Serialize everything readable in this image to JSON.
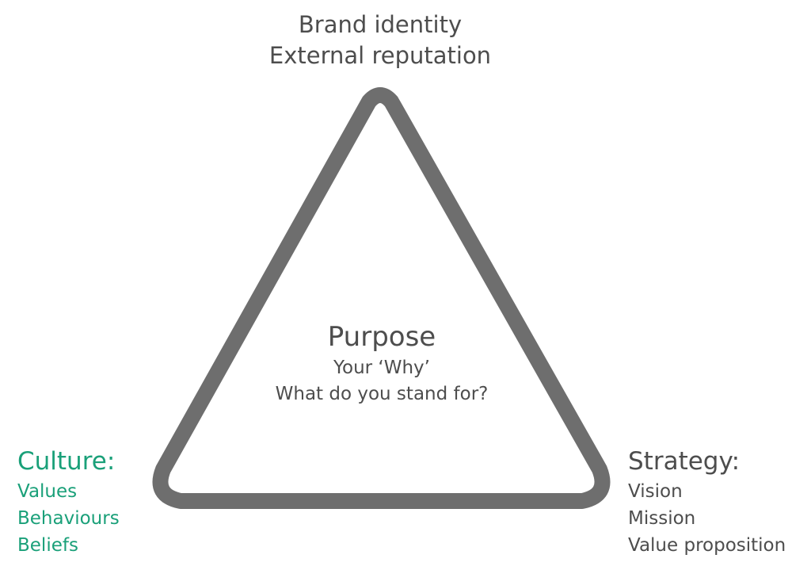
{
  "colors": {
    "triangle_stroke": "#6e6e6e",
    "text_dark": "#4d4d4d",
    "culture_green": "#1aa079"
  },
  "top": {
    "line1": "Brand identity",
    "line2": "External reputation"
  },
  "center": {
    "title": "Purpose",
    "line1": "Your ‘Why’",
    "line2": "What do you stand for?"
  },
  "left": {
    "title": "Culture:",
    "items": [
      "Values",
      "Behaviours",
      "Beliefs"
    ]
  },
  "right": {
    "title": "Strategy:",
    "items": [
      "Vision",
      "Mission",
      "Value proposition"
    ]
  }
}
